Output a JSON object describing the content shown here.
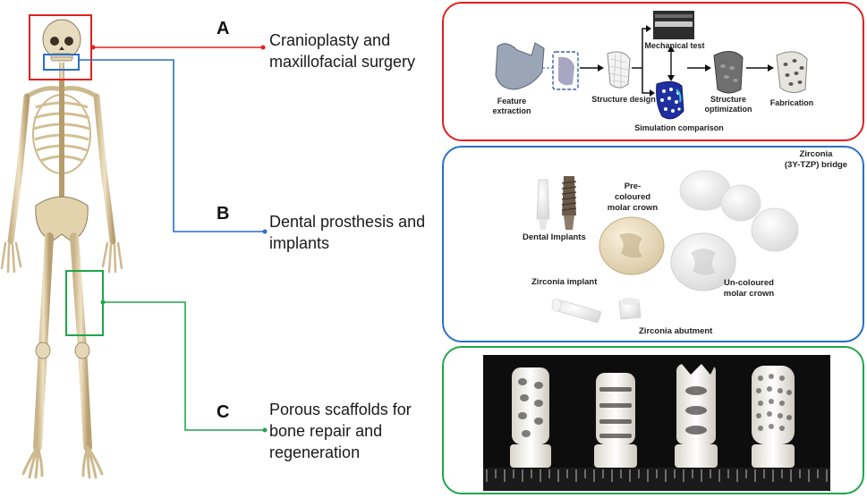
{
  "colors": {
    "red": "#e02020",
    "blue": "#2b6fc4",
    "green": "#1fa64a"
  },
  "sections": [
    {
      "letter": "A",
      "label": "Cranioplasty and maxillofacial surgery",
      "color": "red"
    },
    {
      "letter": "B",
      "label": "Dental prosthesis and implants",
      "color": "blue"
    },
    {
      "letter": "C",
      "label": "Porous scaffolds for bone repair and regeneration",
      "color": "green"
    }
  ],
  "labels": {
    "a_line1": "Cranioplasty and",
    "a_line2": "maxillofacial surgery",
    "b_line1": "Dental prosthesis and",
    "b_line2": "implants",
    "c_line1": "Porous scaffolds for",
    "c_line2": "bone repair and",
    "c_line3": "regeneration"
  },
  "panel_a": {
    "feature_extraction_1": "Feature",
    "feature_extraction_2": "extraction",
    "structure_design": "Structure design",
    "mechanical_test": "Mechanical test",
    "simulation_comparison": "Simulation comparison",
    "structure_optimization_1": "Structure",
    "structure_optimization_2": "optimization",
    "fabrication": "Fabrication"
  },
  "panel_b": {
    "dental_implants": "Dental Implants",
    "pre_coloured_1": "Pre-",
    "pre_coloured_2": "coloured",
    "pre_coloured_3": "molar crown",
    "zirconia_bridge_1": "Zirconia",
    "zirconia_bridge_2": "(3Y-TZP) bridge",
    "zirconia_implant": "Zirconia implant",
    "uncoloured_1": "Un-coloured",
    "uncoloured_2": "molar crown",
    "zirconia_abutment": "Zirconia abutment"
  }
}
